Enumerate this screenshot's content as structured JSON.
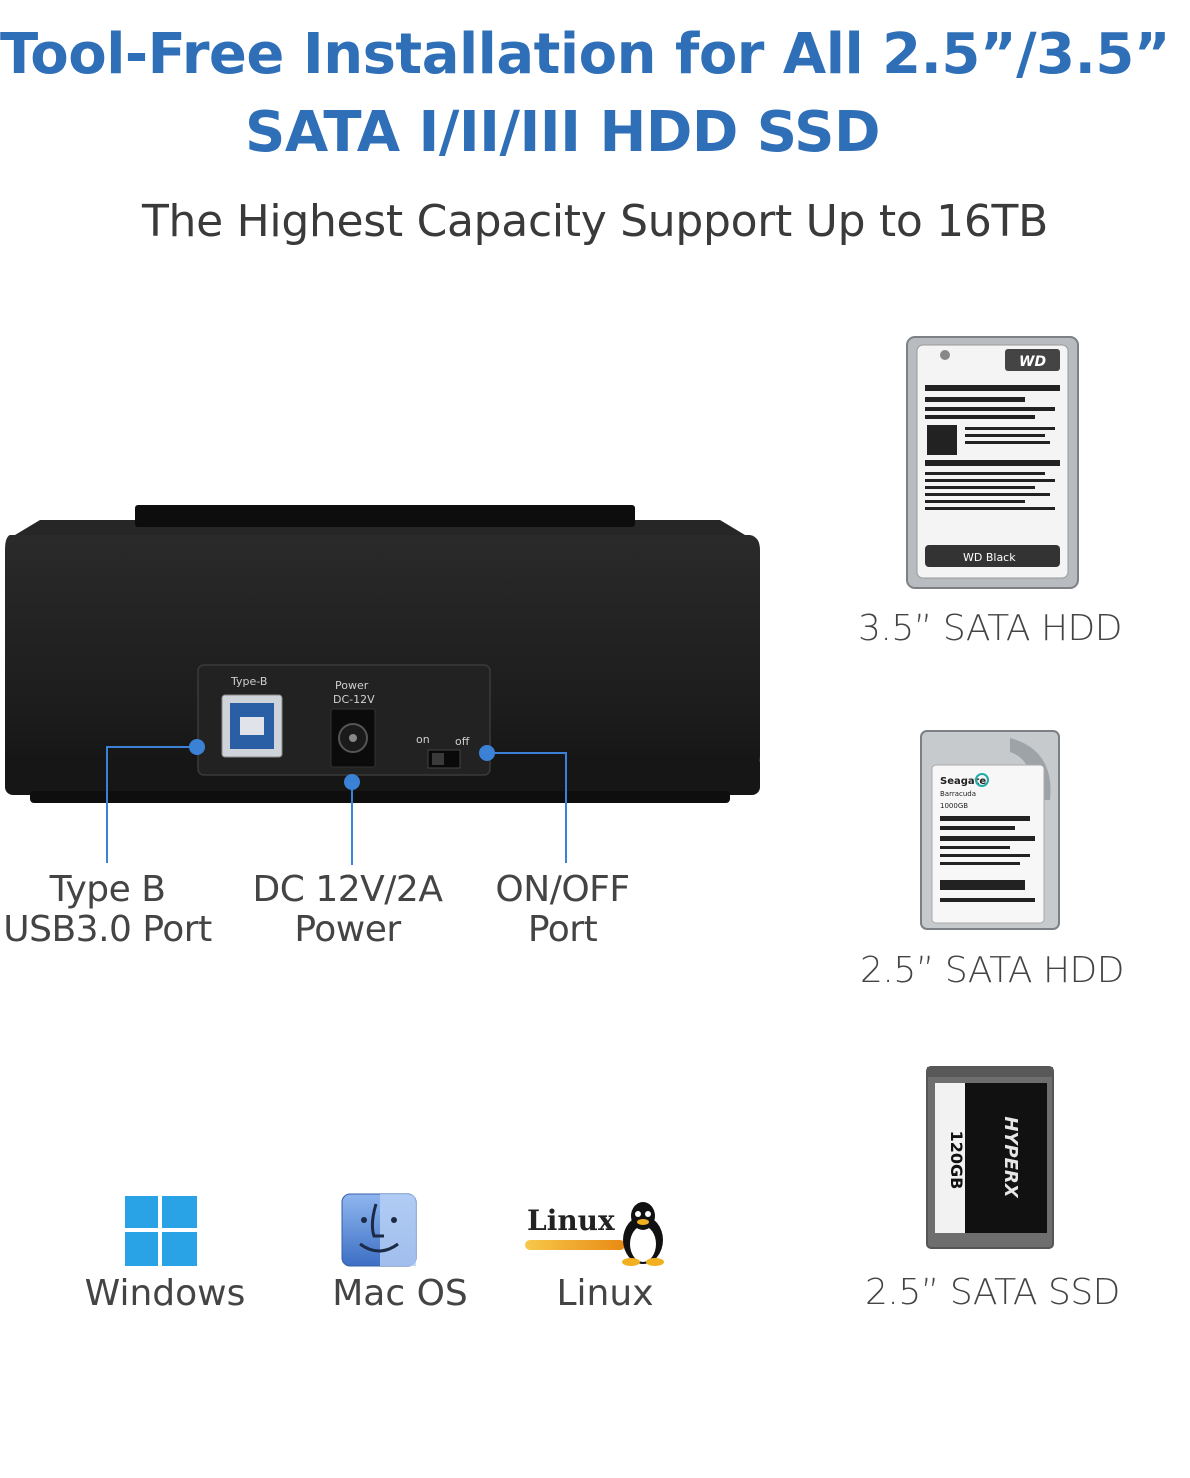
{
  "header": {
    "title_line1": "Tool-Free Installation for All 2.5”/3.5”",
    "title_line2": "SATA I/II/III HDD SSD",
    "subtitle": "The Highest Capacity Support Up to 16TB"
  },
  "dock": {
    "port_typeb_label": "Type-B",
    "power_label": "Power",
    "power_spec": "DC-12V",
    "switch_on": "on",
    "switch_off": "off"
  },
  "ports": [
    {
      "line1": "Type B",
      "line2": "USB3.0 Port"
    },
    {
      "line1": "DC 12V/2A",
      "line2": "Power"
    },
    {
      "line1": "ON/OFF",
      "line2": "Port"
    }
  ],
  "drives": [
    {
      "label": "3.5”  SATA HDD",
      "brand": "WD",
      "model": "WD Black"
    },
    {
      "label": "2.5”  SATA HDD",
      "brand": "Seagate",
      "model": "Barracuda",
      "capacity": "1000GB"
    },
    {
      "label": "2.5”  SATA SSD",
      "brand": "HYPERX",
      "capacity": "120GB"
    }
  ],
  "os": [
    {
      "name": "Windows",
      "icon": "windows-logo-icon"
    },
    {
      "name": "Mac OS",
      "icon": "mac-os-logo-icon"
    },
    {
      "name": "Linux",
      "icon": "linux-tux-logo-icon",
      "logo_text": "Linux"
    }
  ],
  "colors": {
    "accent": "#2f6fb7",
    "callout": "#3b82d6",
    "dock_body": "#1c1c1c"
  }
}
